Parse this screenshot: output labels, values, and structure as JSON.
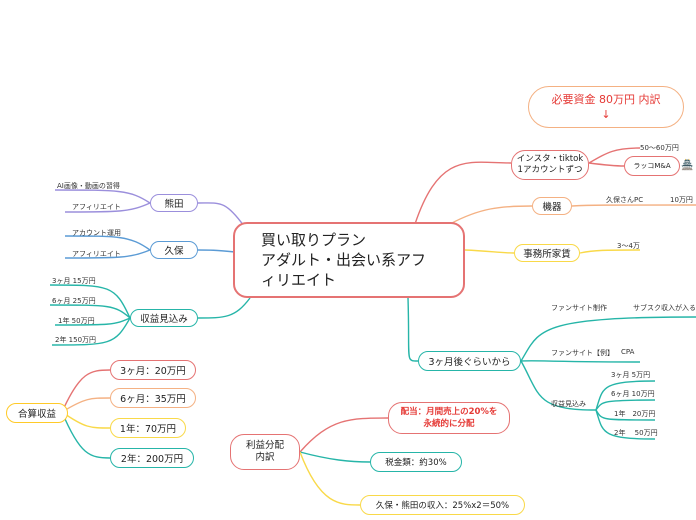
{
  "center": {
    "line1": "買い取りプラン",
    "line2": "アダルト・出会い系アフ",
    "line3": "ィリエイト"
  },
  "budget": {
    "title": "必要資金 80万円 内訳",
    "arrow": "↓"
  },
  "right": {
    "insta": {
      "label1": "インスタ・tiktok",
      "label2": "1アカウントずつ",
      "price": "50～60万円",
      "rakko": "ラッコM&A",
      "rakko_icon": "🏯"
    },
    "kiki": {
      "label": "機器",
      "item": "久保さんPC",
      "price": "10万円"
    },
    "office": {
      "label": "事務所家賃",
      "price": "3～4万"
    },
    "three_months": {
      "label": "3ヶ月後ぐらいから",
      "fansite": "ファンサイト制作",
      "subscription": "サブスク収入が入る",
      "fansite_example": "ファンサイト【例】",
      "cpa": "CPA",
      "projection": "収益見込み",
      "items": [
        "3ヶ月 5万円",
        "6ヶ月 10万円",
        "1年　20万円",
        "2年　 50万円"
      ]
    }
  },
  "left": {
    "kumada": {
      "label": "熊田",
      "children": [
        "AI画像・動画の習得",
        "アフィリエイト"
      ]
    },
    "kubo": {
      "label": "久保",
      "children": [
        "アカウント運用",
        "アフィリエイト"
      ]
    },
    "projection": {
      "label": "収益見込み",
      "items": [
        "3ヶ月 15万円",
        "6ヶ月 25万円",
        "1年 50万円",
        "2年 150万円"
      ]
    }
  },
  "combined": {
    "label": "合算収益",
    "items": [
      "3ヶ月：20万円",
      "6ヶ月：35万円",
      "1年：70万円",
      "2年：200万円"
    ]
  },
  "profit": {
    "label1": "利益分配",
    "label2": "内訳",
    "dividend1": "配当：月間売上の20%を",
    "dividend2": "永続的に分配",
    "tax": "税金類：約30%",
    "income": "久保・熊田の収入：25%x2＝50%"
  },
  "colors": {
    "center": "#e57373",
    "insta": "#e57373",
    "kiki": "#f4b183",
    "office": "#f9d949",
    "three_months": "#26b5a8",
    "kumada": "#9b8fdc",
    "kubo": "#5b9bd5",
    "projection": "#26b5a8",
    "combined": "#ffca28",
    "profit": "#e57373",
    "dividend": "#e53935"
  }
}
